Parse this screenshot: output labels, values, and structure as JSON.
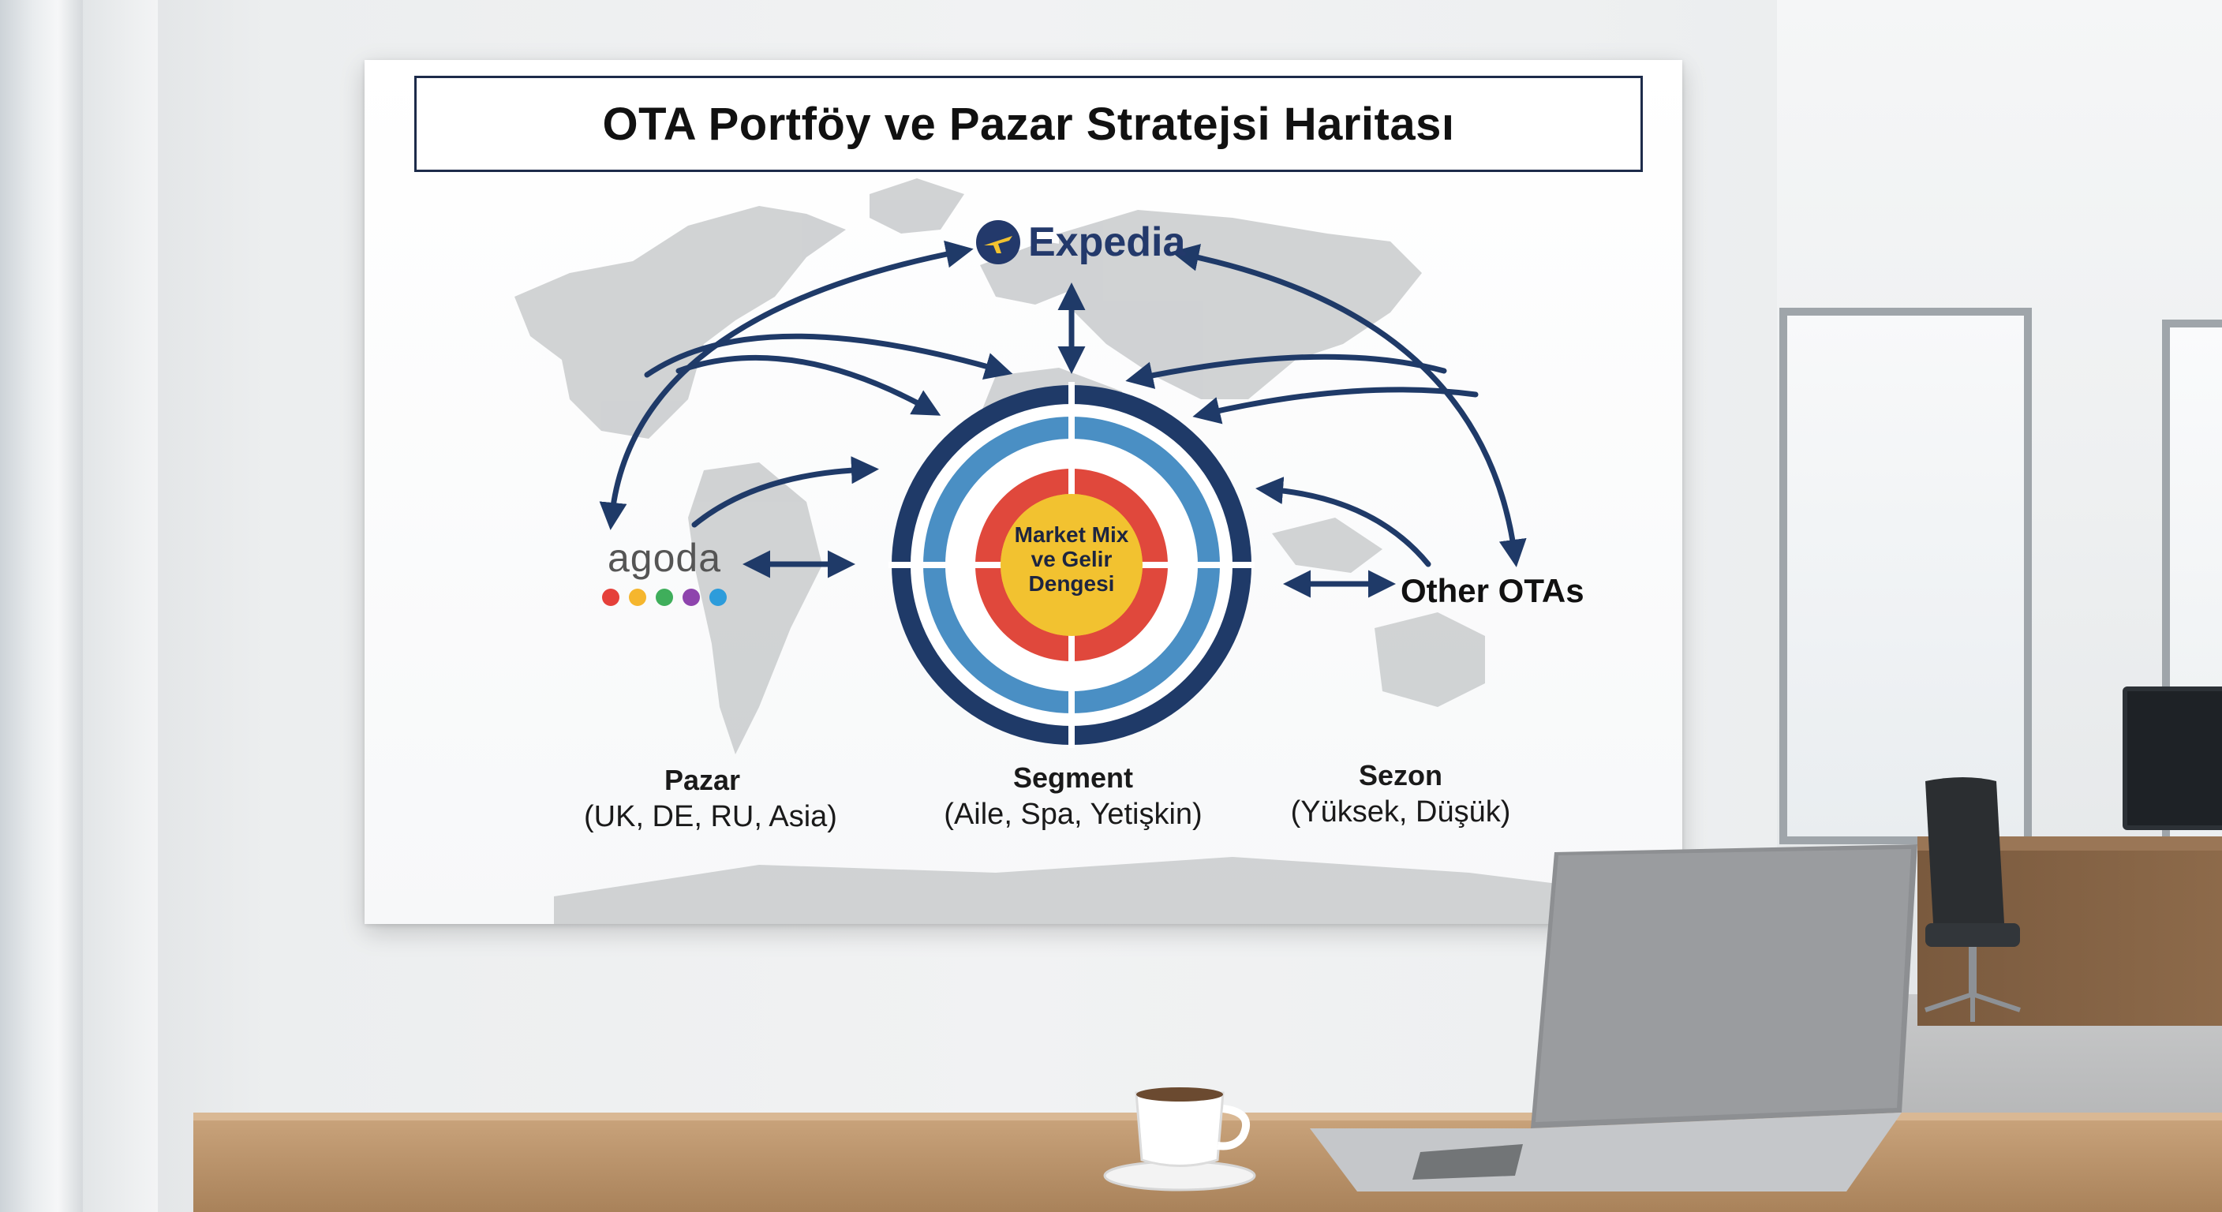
{
  "board": {
    "title": "OTA Portföy ve Pazar Stratejsi Haritası",
    "center_label": "Market Mix ve Gelir Dengesi",
    "expedia": "Expedia",
    "agoda": "agoda",
    "other_otas": "Other OTAs",
    "pazar": {
      "heading": "Pazar",
      "detail": "(UK, DE, RU, Asia)"
    },
    "segment": {
      "heading": "Segment",
      "detail": "(Aile, Spa, Yetişkin)"
    },
    "sezon": {
      "heading": "Sezon",
      "detail": "(Yüksek, Düşük)"
    }
  },
  "colors": {
    "navy": "#1f3a68",
    "blue": "#4a8fc4",
    "red": "#e0483c",
    "yellow": "#f2c230",
    "agoda_dots": [
      "#e5403a",
      "#f5b62e",
      "#3fae5b",
      "#8e44ad",
      "#2d9cdb"
    ]
  },
  "icons": [
    "expedia-plane-icon",
    "agoda-dots-icon",
    "world-map",
    "target-icon",
    "arrow-icon"
  ]
}
